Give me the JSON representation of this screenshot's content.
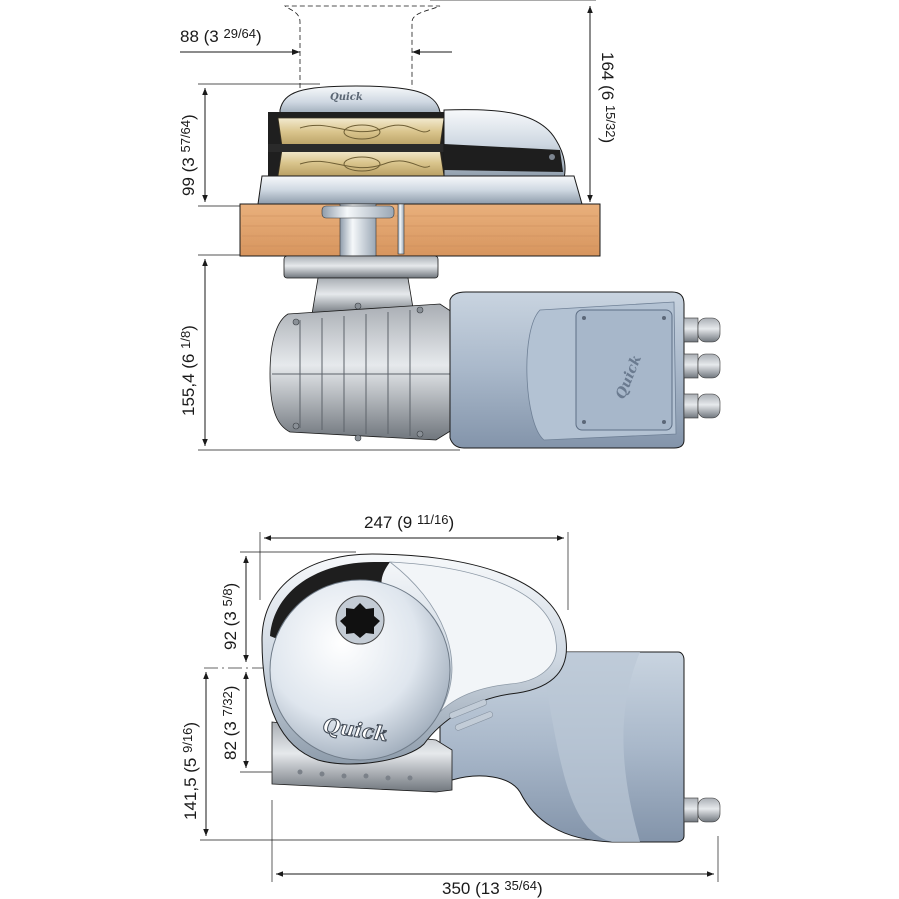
{
  "side_view": {
    "dim_width_gypsy": {
      "main": "88 (3 ",
      "frac": "29/64",
      "tail": ")"
    },
    "dim_height_total": {
      "main": "164 (6 ",
      "frac": "15/32",
      "tail": ")"
    },
    "dim_height_above_deck": {
      "main": "99 (3 ",
      "frac": "57/64",
      "tail": ")"
    },
    "dim_height_below_deck": {
      "main": "155,4 (6 ",
      "frac": "1/8",
      "tail": ")"
    }
  },
  "top_view": {
    "dim_width_top": {
      "main": "247 (9 ",
      "frac": "11/16",
      "tail": ")"
    },
    "dim_92": {
      "main": "92 (3 ",
      "frac": "5/8",
      "tail": ")"
    },
    "dim_82": {
      "main": "82 (3 ",
      "frac": "7/32",
      "tail": ")"
    },
    "dim_141": {
      "main": "141,5 (5 ",
      "frac": "9/16",
      "tail": ")"
    },
    "dim_length_total": {
      "main": "350 (13 ",
      "frac": "35/64",
      "tail": ")"
    }
  },
  "brand": {
    "logo_text": "Quick"
  },
  "colors": {
    "deck_wood": "#e2a571",
    "motor_blue": "#a8b8cc",
    "chrome": "#dfe6ee",
    "gypsy_gold": "#e8d9a8",
    "outline": "#1a1a1a"
  }
}
